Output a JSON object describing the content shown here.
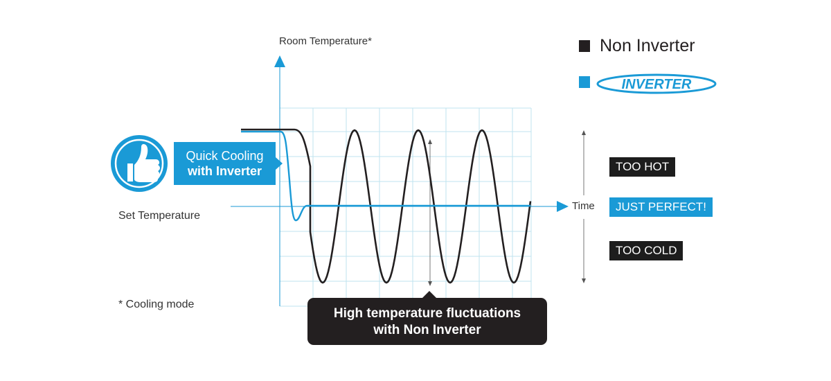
{
  "axes": {
    "y_label": "Room Temperature*",
    "x_label": "Time",
    "set_temperature_label": "Set Temperature",
    "footnote": "* Cooling mode"
  },
  "legend": {
    "non_inverter": {
      "label": "Non Inverter",
      "color": "#231f20"
    },
    "inverter": {
      "label": "INVERTER",
      "color": "#1a9ad6"
    }
  },
  "callouts": {
    "quick_cooling": {
      "line1": "Quick Cooling",
      "line2": "with Inverter",
      "icon": "thumbs-up-icon"
    },
    "fluctuations": {
      "line1": "High temperature fluctuations",
      "line2": "with Non Inverter"
    }
  },
  "zones": {
    "too_hot": "TOO HOT",
    "just_perfect": "JUST PERFECT!",
    "too_cold": "TOO COLD"
  },
  "colors": {
    "accent_blue": "#1a9ad6",
    "grid": "#bfe3ef",
    "dark": "#231f20"
  }
}
